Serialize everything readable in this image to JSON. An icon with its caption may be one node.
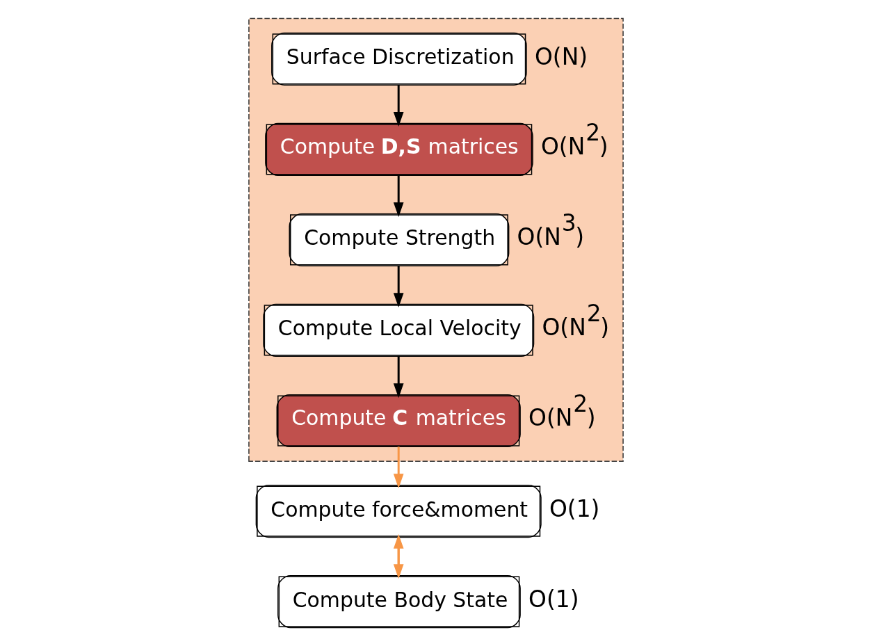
{
  "diagram": {
    "nodes": [
      {
        "text": [],
        "shape": "box"
      },
      {
        "text": [
          "Surface Discretization"
        ],
        "in": 0,
        "beside": [
          "O(N)"
        ]
      },
      {
        "text": [
          "Compute **D,S** matrices"
        ],
        "in": 0,
        "beside": [
          "O(N$^{2}$)"
        ]
      },
      {
        "text": [
          "Compute Strength"
        ],
        "in": 0,
        "beside": [
          "O(N$^{3}$)"
        ]
      },
      {
        "text": [
          "Compute Local Velocity"
        ],
        "in": 0,
        "beside": [
          "O(N$^{2}$)"
        ]
      },
      {
        "text": [
          "Compute **C** matrices"
        ],
        "in": 0,
        "beside": [
          "O(N$^{2}$)"
        ]
      },
      {
        "text": [
          "Compute force&moment"
        ],
        "beside": [
          "O(1)"
        ]
      },
      {
        "text": [
          "Compute Body State"
        ],
        "beside": [
          "O(1)"
        ]
      }
    ],
    "edges": [
      {
        "from": 1,
        "to": 2,
        "arrow": "to"
      },
      {
        "from": 2,
        "to": 3,
        "arrow": "to"
      },
      {
        "from": 3,
        "to": 4,
        "arrow": "to"
      },
      {
        "from": 4,
        "to": 5,
        "arrow": "to"
      },
      {
        "from": 5,
        "to": 6,
        "arrow": "to",
        "color": "#f79646"
      },
      {
        "from": 6,
        "to": 7,
        "arrow": "to",
        "color": "#f79646"
      },
      {
        "from": 7,
        "to": 6,
        "arrow": "to",
        "color": "#f79646"
      }
    ]
  }
}
